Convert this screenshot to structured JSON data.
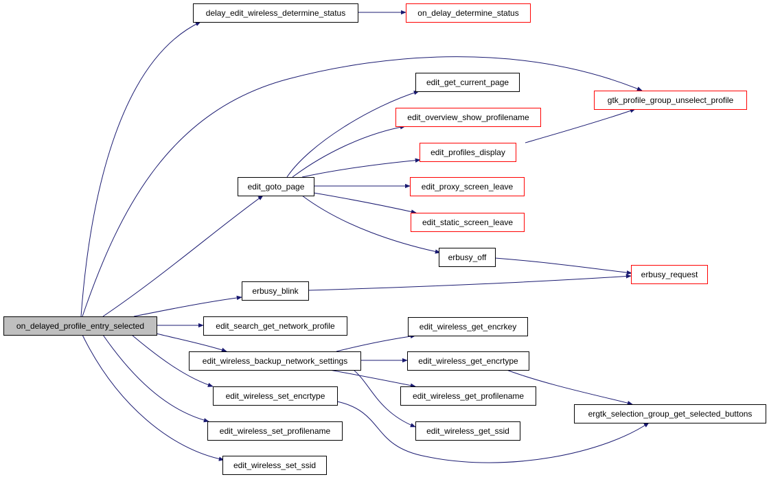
{
  "diagram": {
    "type": "call-graph",
    "colors": {
      "edge": "#191970",
      "root_fill": "#bfbfbf",
      "node_border_default": "#000000",
      "node_border_external": "#ff0000",
      "background": "#ffffff"
    },
    "nodes": [
      {
        "id": "on_delayed_profile_entry_selected",
        "label": "on_delayed_profile_entry_selected",
        "style": "root"
      },
      {
        "id": "delay_edit_wireless_determine_status",
        "label": "delay_edit_wireless_determine_status",
        "style": "normal"
      },
      {
        "id": "on_delay_determine_status",
        "label": "on_delay_determine_status",
        "style": "external"
      },
      {
        "id": "edit_get_current_page",
        "label": "edit_get_current_page",
        "style": "normal"
      },
      {
        "id": "edit_overview_show_profilename",
        "label": "edit_overview_show_profilename",
        "style": "external"
      },
      {
        "id": "edit_profiles_display",
        "label": "edit_profiles_display",
        "style": "external"
      },
      {
        "id": "gtk_profile_group_unselect_profile",
        "label": "gtk_profile_group_unselect_profile",
        "style": "external"
      },
      {
        "id": "edit_goto_page",
        "label": "edit_goto_page",
        "style": "normal"
      },
      {
        "id": "edit_proxy_screen_leave",
        "label": "edit_proxy_screen_leave",
        "style": "external"
      },
      {
        "id": "edit_static_screen_leave",
        "label": "edit_static_screen_leave",
        "style": "external"
      },
      {
        "id": "erbusy_off",
        "label": "erbusy_off",
        "style": "normal"
      },
      {
        "id": "erbusy_request",
        "label": "erbusy_request",
        "style": "external"
      },
      {
        "id": "erbusy_blink",
        "label": "erbusy_blink",
        "style": "normal"
      },
      {
        "id": "edit_search_get_network_profile",
        "label": "edit_search_get_network_profile",
        "style": "normal"
      },
      {
        "id": "edit_wireless_get_encrkey",
        "label": "edit_wireless_get_encrkey",
        "style": "normal"
      },
      {
        "id": "edit_wireless_backup_network_settings",
        "label": "edit_wireless_backup_network_settings",
        "style": "normal"
      },
      {
        "id": "edit_wireless_get_encrtype",
        "label": "edit_wireless_get_encrtype",
        "style": "normal"
      },
      {
        "id": "edit_wireless_set_encrtype",
        "label": "edit_wireless_set_encrtype",
        "style": "normal"
      },
      {
        "id": "edit_wireless_get_profilename",
        "label": "edit_wireless_get_profilename",
        "style": "normal"
      },
      {
        "id": "ergtk_selection_group_get_selected_buttons",
        "label": "ergtk_selection_group_get_selected_buttons",
        "style": "normal"
      },
      {
        "id": "edit_wireless_set_profilename",
        "label": "edit_wireless_set_profilename",
        "style": "normal"
      },
      {
        "id": "edit_wireless_get_ssid",
        "label": "edit_wireless_get_ssid",
        "style": "normal"
      },
      {
        "id": "edit_wireless_set_ssid",
        "label": "edit_wireless_set_ssid",
        "style": "normal"
      }
    ],
    "edges": [
      {
        "from": "on_delayed_profile_entry_selected",
        "to": "delay_edit_wireless_determine_status"
      },
      {
        "from": "delay_edit_wireless_determine_status",
        "to": "on_delay_determine_status"
      },
      {
        "from": "on_delayed_profile_entry_selected",
        "to": "gtk_profile_group_unselect_profile"
      },
      {
        "from": "on_delayed_profile_entry_selected",
        "to": "edit_goto_page"
      },
      {
        "from": "edit_goto_page",
        "to": "edit_get_current_page"
      },
      {
        "from": "edit_goto_page",
        "to": "edit_overview_show_profilename"
      },
      {
        "from": "edit_goto_page",
        "to": "edit_profiles_display"
      },
      {
        "from": "edit_profiles_display",
        "to": "gtk_profile_group_unselect_profile"
      },
      {
        "from": "edit_goto_page",
        "to": "edit_proxy_screen_leave"
      },
      {
        "from": "edit_goto_page",
        "to": "edit_static_screen_leave"
      },
      {
        "from": "edit_goto_page",
        "to": "erbusy_off"
      },
      {
        "from": "erbusy_off",
        "to": "erbusy_request"
      },
      {
        "from": "on_delayed_profile_entry_selected",
        "to": "erbusy_blink"
      },
      {
        "from": "erbusy_blink",
        "to": "erbusy_request"
      },
      {
        "from": "on_delayed_profile_entry_selected",
        "to": "edit_search_get_network_profile"
      },
      {
        "from": "on_delayed_profile_entry_selected",
        "to": "edit_wireless_backup_network_settings"
      },
      {
        "from": "edit_wireless_backup_network_settings",
        "to": "edit_wireless_get_encrkey"
      },
      {
        "from": "edit_wireless_backup_network_settings",
        "to": "edit_wireless_get_encrtype"
      },
      {
        "from": "edit_wireless_backup_network_settings",
        "to": "edit_wireless_get_profilename"
      },
      {
        "from": "edit_wireless_backup_network_settings",
        "to": "edit_wireless_get_ssid"
      },
      {
        "from": "edit_wireless_get_encrtype",
        "to": "ergtk_selection_group_get_selected_buttons"
      },
      {
        "from": "on_delayed_profile_entry_selected",
        "to": "edit_wireless_set_encrtype"
      },
      {
        "from": "edit_wireless_set_encrtype",
        "to": "ergtk_selection_group_get_selected_buttons"
      },
      {
        "from": "on_delayed_profile_entry_selected",
        "to": "edit_wireless_set_profilename"
      },
      {
        "from": "on_delayed_profile_entry_selected",
        "to": "edit_wireless_set_ssid"
      }
    ]
  }
}
